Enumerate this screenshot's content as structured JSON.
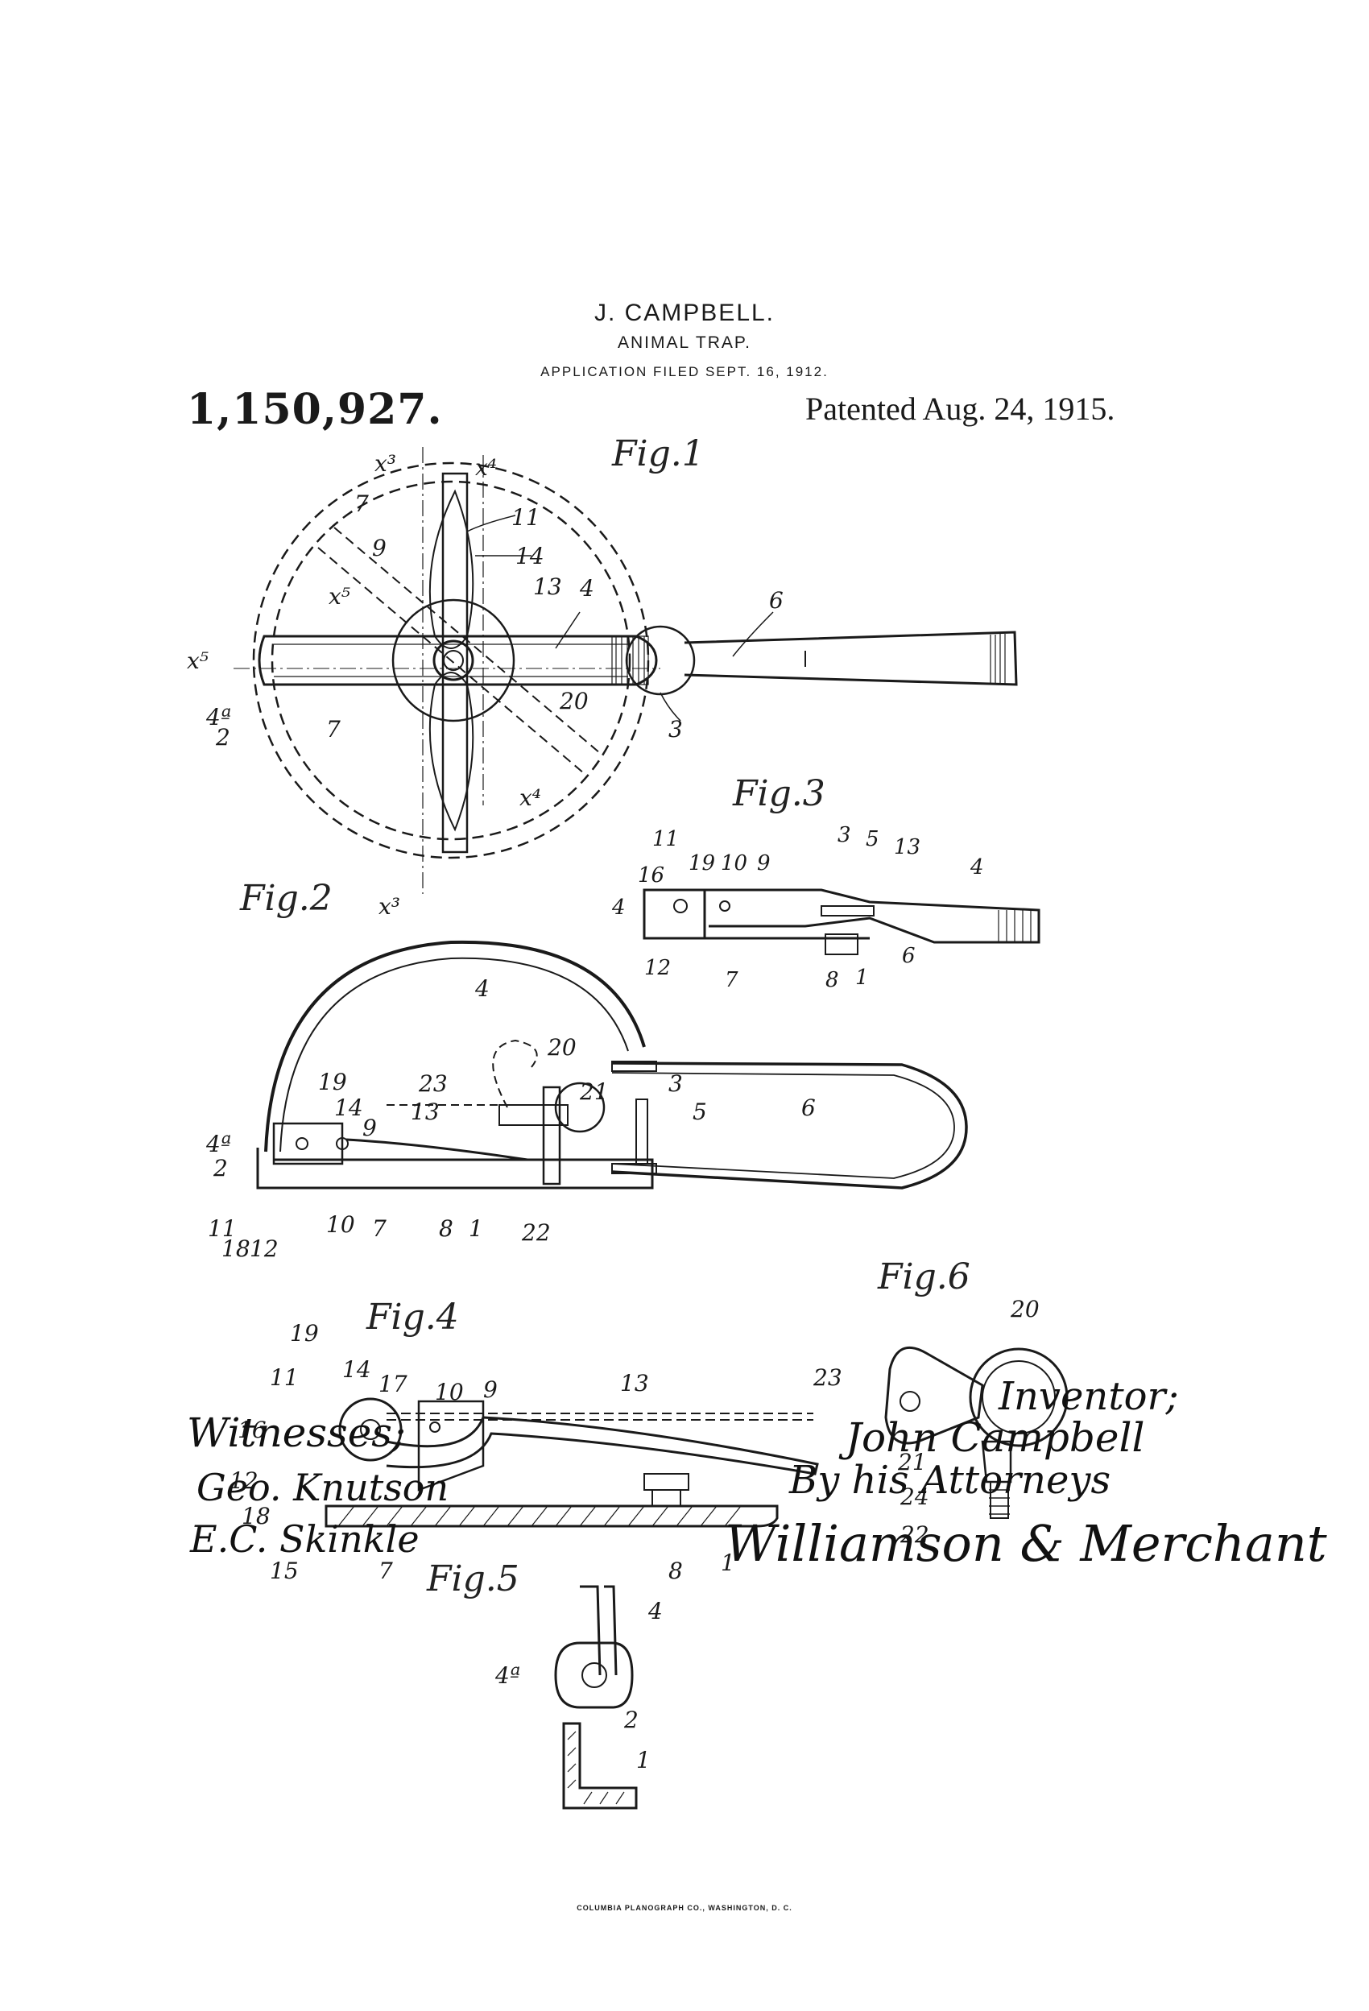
{
  "header": {
    "inventor_name": "J. CAMPBELL.",
    "title": "ANIMAL TRAP.",
    "filed": "APPLICATION FILED SEPT. 16, 1912."
  },
  "patent_number": "1,150,927.",
  "patent_date": "Patented Aug. 24, 1915.",
  "figures": {
    "fig1": "Fig.1",
    "fig2": "Fig.2",
    "fig3": "Fig.3",
    "fig4": "Fig.4",
    "fig5": "Fig.5",
    "fig6": "Fig.6"
  },
  "signatures": {
    "witnesses_label": "Witnesses;",
    "witness_1": "Geo. Knutson",
    "witness_2": "E.C. Skinkle",
    "inventor_label": "Inventor;",
    "inventor_name": "John Campbell",
    "by_line": "By his Attorneys",
    "attorneys": "Williamson & Merchant"
  },
  "footer": "COLUMBIA PLANOGRAPH CO., WASHINGTON, D. C."
}
